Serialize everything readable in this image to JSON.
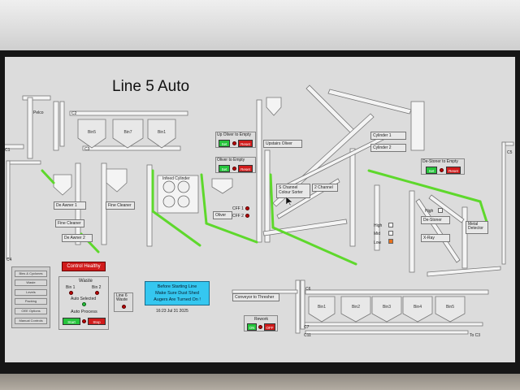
{
  "hmi": {
    "title": "Line 5 Auto",
    "labels": {
      "c1": "C1",
      "c2": "C2",
      "c3": "C3",
      "c4": "C4",
      "c5": "C5",
      "c6": "C6",
      "c7": "C7",
      "c11": "C11",
      "pelco": "Pelco",
      "to_c3": "To C3",
      "cff1": "CFF 1",
      "cff2": "CFF 2",
      "cyl_infeed": "Infeed Cylinder",
      "timestamp": "16:23 Jul 31 2025"
    },
    "top_bins": [
      "Bin5",
      "Bin7",
      "Bin1"
    ],
    "bottom_bins": [
      "Bin1",
      "Bin2",
      "Bin3",
      "Bin4",
      "Bin5"
    ],
    "units": {
      "de_awner_1": "De Awner 1",
      "fine_cleaner_1": "Fine Cleaner",
      "de_awner_2": "De Awner 2",
      "fine_cleaner_2": "Fine Cleaner",
      "oliver": "Oliver",
      "upstairs_oliver": "Upstairs Oliver",
      "s_channel": "S Channel",
      "colour_sorter": "Colour Sorter",
      "two_channel": "2 Channel",
      "cylinder_1": "Cylinder 1",
      "cylinder_2": "Cylinder 2",
      "de_stoner": "De-Stoner",
      "x_ray": "X-Ray",
      "metal_detector": "Metal Detector",
      "conveyor_thresher": "Conveyor to Thresher"
    },
    "empty_panels": [
      {
        "title": "Up Oliver to Empty",
        "set": "Set",
        "reset": "Reset"
      },
      {
        "title": "Oliver to Empty",
        "set": "Set",
        "reset": "Reset"
      },
      {
        "title": "De-Stoner to Empty",
        "set": "Set",
        "reset": "Reset"
      }
    ],
    "levels": {
      "high": "High",
      "mid": "Mid",
      "low": "Low",
      "high2": "High"
    },
    "colors": {
      "screen": "#dcdcdc",
      "active_line": "#5ed82c",
      "ok": "#26c43c",
      "fault": "#d01b1b",
      "notice": "#35c7f0"
    },
    "side_menu": [
      "Bins & Cyclones",
      "Waste",
      "Levels",
      "Packing",
      "OEE Options",
      "Manual Controls"
    ],
    "control_healthy": "Control Healthy",
    "waste": {
      "title": "Waste",
      "bin1": "Bin 1",
      "bin2": "Bin 2",
      "auto_selected": "Auto Selected"
    },
    "auto_process": {
      "title": "Auto Process",
      "start": "Start",
      "stop": "Stop"
    },
    "line6_waste": "Line 6 Waste",
    "notice": [
      "Before Starting Line",
      "Make Sure Dust Shed",
      "Augers Are Turned On !"
    ],
    "rework": {
      "title": "Rework",
      "on": "ON",
      "off": "OFF"
    }
  }
}
